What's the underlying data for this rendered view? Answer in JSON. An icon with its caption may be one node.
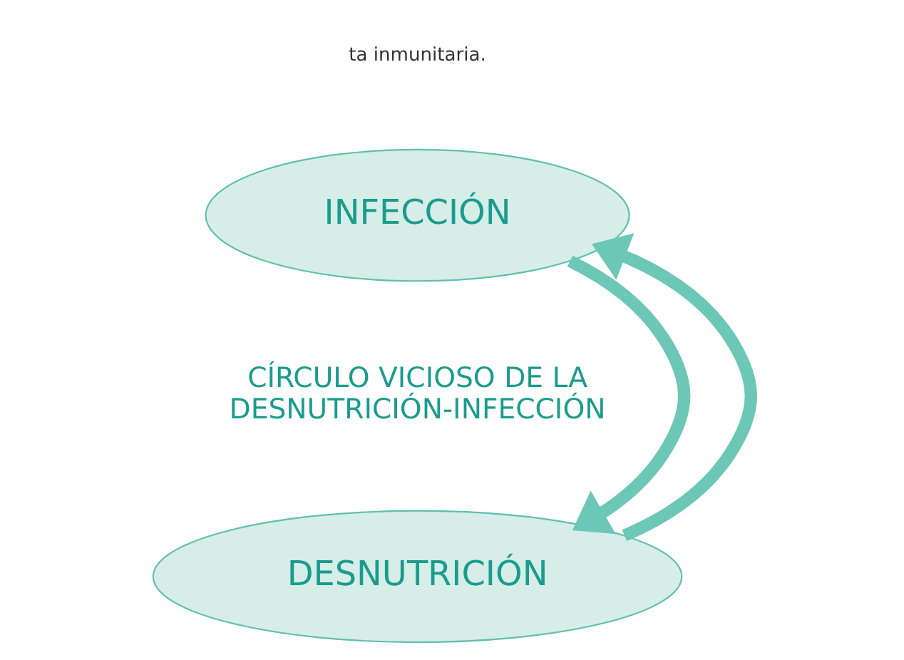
{
  "diagram": {
    "nodes": [
      {
        "text": [
          "INFECCIÓN"
        ]
      },
      {
        "text": [
          "DESNUTRICIÓN"
        ]
      }
    ],
    "edges": [
      {
        "from": 0,
        "to": 1,
        "arrow": "to"
      },
      {
        "from": 1,
        "to": 0,
        "arrow": "to"
      }
    ],
    "labels": [
      "ta inmunitaria.",
      "CÍRCULO VICIOSO DE LA DESNUTRICIÓN-INFECCIÓN"
    ]
  }
}
